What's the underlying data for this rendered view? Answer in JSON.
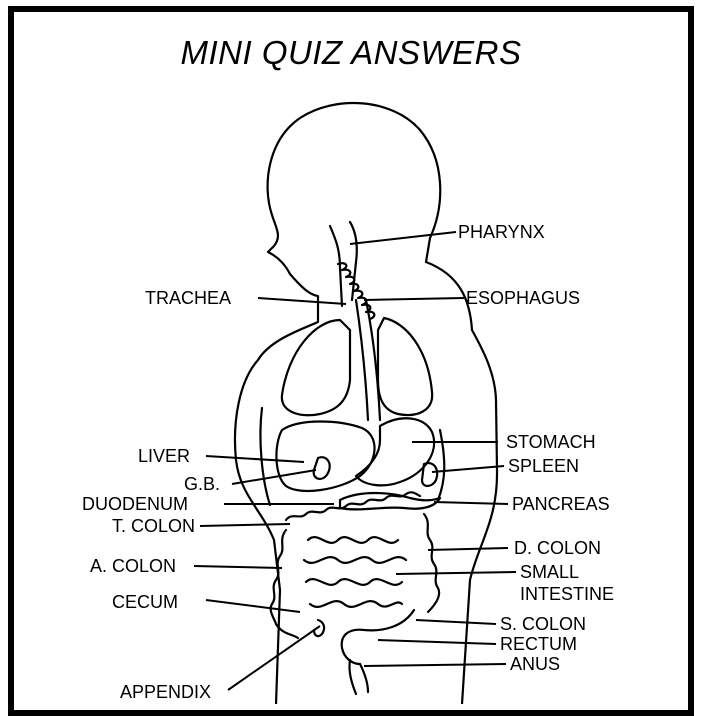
{
  "title": "MINI QUIZ ANSWERS",
  "labels": {
    "pharynx": "PHARYNX",
    "trachea": "TRACHEA",
    "esophagus": "ESOPHAGUS",
    "liver": "LIVER",
    "stomach": "STOMACH",
    "spleen": "SPLEEN",
    "gb": "G.B.",
    "duodenum": "DUODENUM",
    "pancreas": "PANCREAS",
    "t_colon": "T. COLON",
    "a_colon": "A. COLON",
    "d_colon": "D. COLON",
    "small_intestine_1": "SMALL",
    "small_intestine_2": "INTESTINE",
    "cecum": "CECUM",
    "s_colon": "S. COLON",
    "rectum": "RECTUM",
    "anus": "ANUS",
    "appendix": "APPENDIX"
  }
}
